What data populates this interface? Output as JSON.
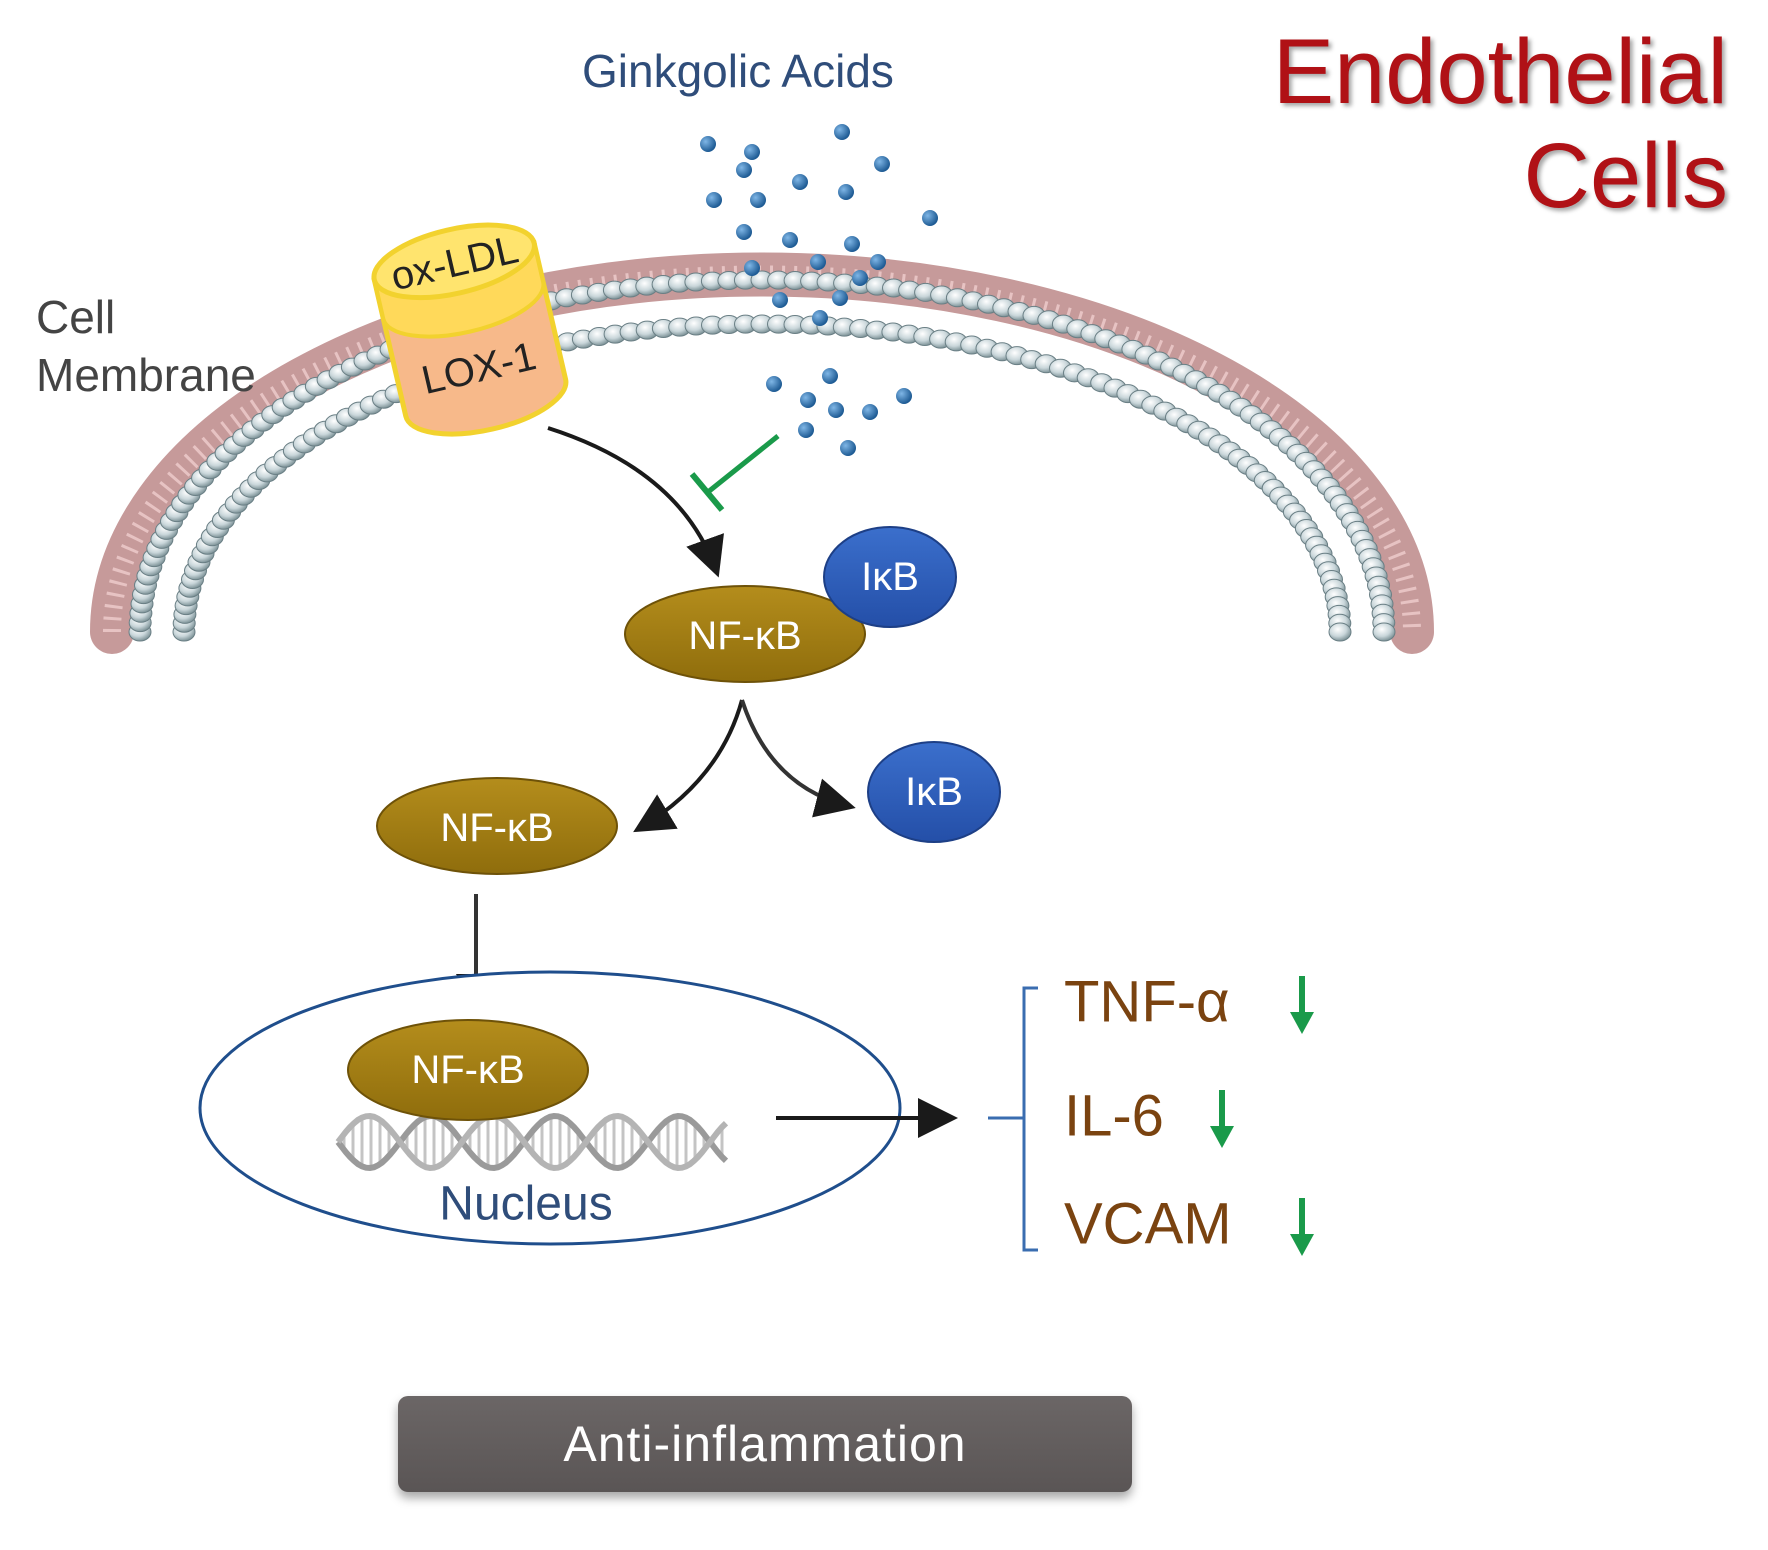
{
  "title": {
    "line1": "Endothelial",
    "line2": "Cells"
  },
  "labels": {
    "ginkgolic_acids": "Ginkgolic Acids",
    "membrane_line1": "Cell",
    "membrane_line2": "Membrane",
    "nucleus": "Nucleus"
  },
  "receptor": {
    "top_label": "ox-LDL",
    "bottom_label": "LOX-1"
  },
  "nodes": {
    "nfkb_complex": "NF-κB",
    "ikb_complex": "IκB",
    "nfkb_free": "NF-κB",
    "ikb_free": "IκB",
    "nfkb_nucleus": "NF-κB"
  },
  "cytokines": [
    {
      "name": "TNF-α",
      "trend": "down"
    },
    {
      "name": "IL-6",
      "trend": "down"
    },
    {
      "name": "VCAM",
      "trend": "down"
    }
  ],
  "banner": "Anti-inflammation",
  "colors": {
    "title": "#b01116",
    "nfkb": "#a57f10",
    "ikb": "#2a5cb8",
    "cytokine_text": "#7a4310",
    "inhibit_arrow": "#1a9a4a",
    "bracket": "#3a6db0",
    "nucleus_outline": "#1f4e8c",
    "molecule": "#2a6ea8"
  }
}
